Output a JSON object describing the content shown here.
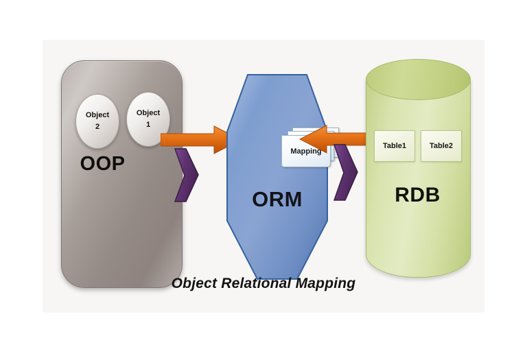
{
  "canvas": {
    "background": "#f7f6f4",
    "page_background": "#ffffff"
  },
  "caption": "Object Relational Mapping",
  "oop": {
    "label": "OOP",
    "color": "#9e9490",
    "objects": [
      {
        "name": "Object",
        "number": "2"
      },
      {
        "name": "Object",
        "number": "1"
      }
    ]
  },
  "orm": {
    "label": "ORM",
    "color": "#8099cc",
    "mapping_label": "Mapping",
    "card_count": 3
  },
  "rdb": {
    "label": "RDB",
    "color": "#d2de9e",
    "tables": [
      {
        "label": "Table1"
      },
      {
        "label": "Table2"
      }
    ]
  },
  "arrows": {
    "orange_color": "#e8751a",
    "orange_color_dark": "#b9510c",
    "purple_color": "#6b3a7e",
    "left_orange_direction": "right",
    "right_orange_direction": "left",
    "left_chevron_direction": "right",
    "right_chevron_direction": "right"
  }
}
